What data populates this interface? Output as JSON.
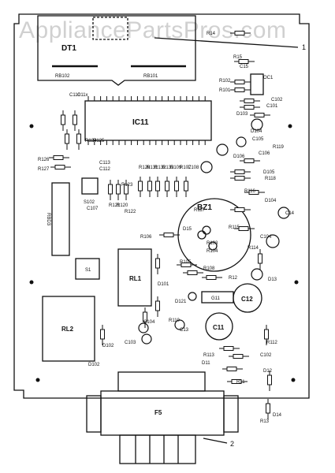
{
  "watermark": "AppliancePartsPros.com",
  "callouts": {
    "c1": "1",
    "c2": "2"
  },
  "components": {
    "dt1": "DT1",
    "rb102": "RB102",
    "rb101": "RB101",
    "ic11": "IC11",
    "bz1": "BZ1",
    "rl1": "RL1",
    "rl2": "RL2",
    "c11": "C11",
    "c12": "C12",
    "g11": "G11",
    "s1": "S1",
    "f5": "F5",
    "c13": "C13",
    "ssr": "RBD3"
  },
  "labels": [
    "R14",
    "R15",
    "C15",
    "R102",
    "R101",
    "OC1",
    "C102",
    "C101",
    "D103",
    "C110",
    "C11x",
    "D104",
    "C105",
    "R119",
    "C106",
    "D106",
    "D105",
    "R118",
    "R124",
    "R125",
    "R126",
    "R127",
    "C113",
    "C112",
    "R128",
    "R131",
    "R132",
    "R133",
    "R109",
    "R107",
    "C108",
    "R116",
    "D104",
    "C14",
    "S102",
    "C107",
    "R121",
    "R120",
    "R122",
    "R117",
    "R106",
    "D15",
    "R115",
    "C104",
    "R103",
    "R104",
    "R114",
    "R105",
    "D13",
    "R108",
    "R12",
    "D102",
    "D101",
    "R110",
    "D121",
    "C104",
    "C103",
    "R112",
    "R113",
    "C102",
    "D11",
    "D12",
    "R11",
    "D14",
    "R13",
    "D102",
    "R123"
  ]
}
